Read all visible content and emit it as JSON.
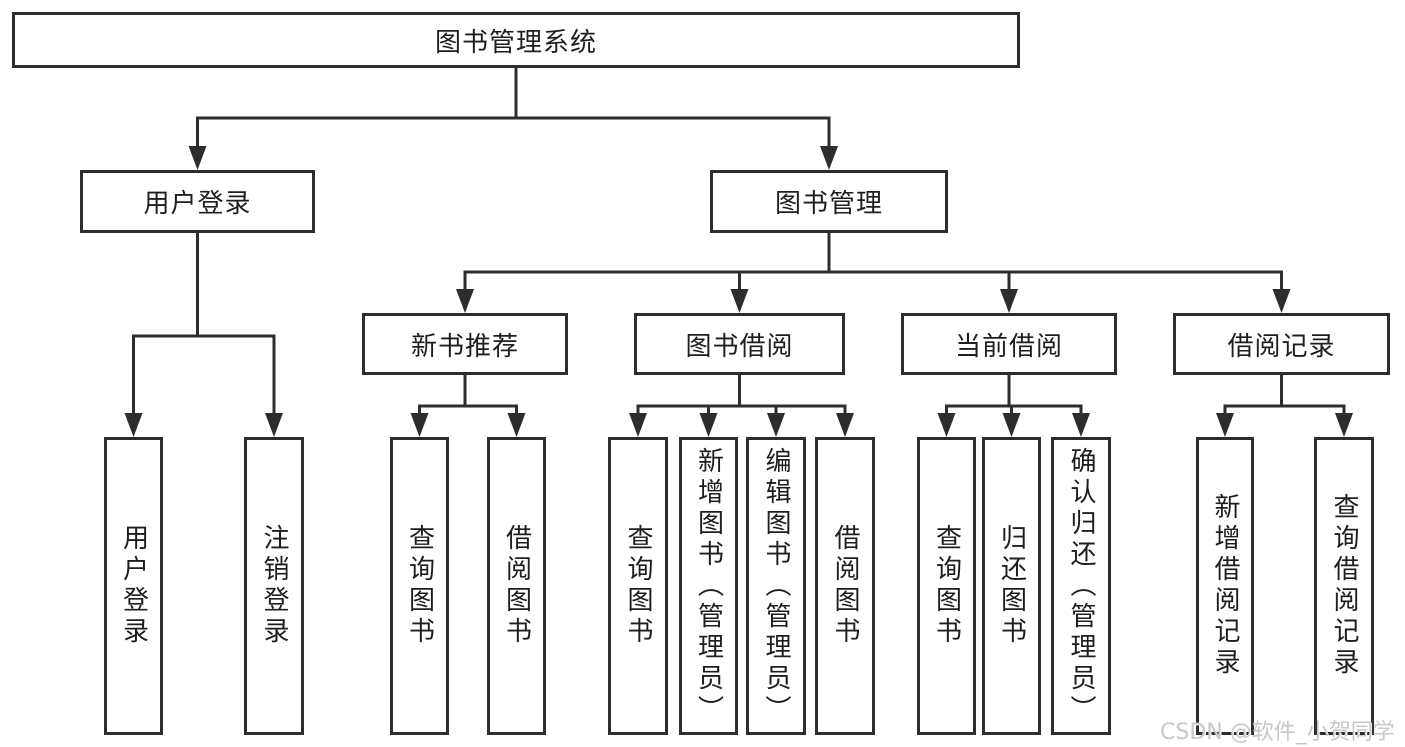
{
  "diagram": {
    "tree": {
      "label": "图书管理系统",
      "children": [
        {
          "label": "用户登录",
          "children": [
            {
              "label": "用户登录"
            },
            {
              "label": "注销登录"
            }
          ]
        },
        {
          "label": "图书管理",
          "children": [
            {
              "label": "新书推荐",
              "children": [
                {
                  "label": "查询图书"
                },
                {
                  "label": "借阅图书"
                }
              ]
            },
            {
              "label": "图书借阅",
              "children": [
                {
                  "label": "查询图书"
                },
                {
                  "label": "新增图书（管理员）"
                },
                {
                  "label": "编辑图书（管理员）"
                },
                {
                  "label": "借阅图书"
                }
              ]
            },
            {
              "label": "当前借阅",
              "children": [
                {
                  "label": "查询图书"
                },
                {
                  "label": "归还图书"
                },
                {
                  "label": "确认归还（管理员）"
                }
              ]
            },
            {
              "label": "借阅记录",
              "children": [
                {
                  "label": "新增借阅记录"
                },
                {
                  "label": "查询借阅记录"
                }
              ]
            }
          ]
        }
      ]
    },
    "colors": {
      "line": "#2d2d2d",
      "text": "#1e1e1e",
      "background": "#ffffff",
      "watermark": "#c8c8c8"
    }
  },
  "watermark": {
    "text": "CSDN @软件_小贺同学"
  }
}
